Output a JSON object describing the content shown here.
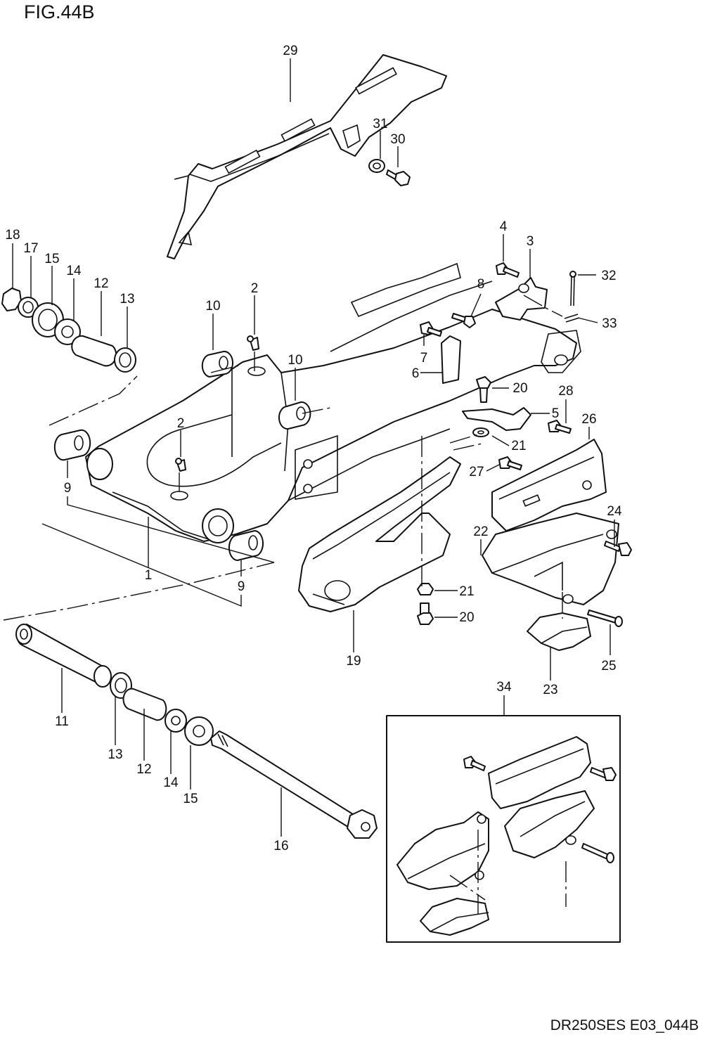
{
  "figure": {
    "title": "FIG.44B",
    "code": "DR250SES E03_044B"
  },
  "callouts": [
    {
      "id": "c29",
      "label": "29"
    },
    {
      "id": "c31",
      "label": "31"
    },
    {
      "id": "c30",
      "label": "30"
    },
    {
      "id": "c18",
      "label": "18"
    },
    {
      "id": "c17",
      "label": "17"
    },
    {
      "id": "c15a",
      "label": "15"
    },
    {
      "id": "c14a",
      "label": "14"
    },
    {
      "id": "c12a",
      "label": "12"
    },
    {
      "id": "c13a",
      "label": "13"
    },
    {
      "id": "c10a",
      "label": "10"
    },
    {
      "id": "c2a",
      "label": "2"
    },
    {
      "id": "c10b",
      "label": "10"
    },
    {
      "id": "c2b",
      "label": "2"
    },
    {
      "id": "c9a",
      "label": "9"
    },
    {
      "id": "c1",
      "label": "1"
    },
    {
      "id": "c9b",
      "label": "9"
    },
    {
      "id": "c4",
      "label": "4"
    },
    {
      "id": "c3",
      "label": "3"
    },
    {
      "id": "c32",
      "label": "32"
    },
    {
      "id": "c8",
      "label": "8"
    },
    {
      "id": "c33",
      "label": "33"
    },
    {
      "id": "c7",
      "label": "7"
    },
    {
      "id": "c6",
      "label": "6"
    },
    {
      "id": "c20a",
      "label": "20"
    },
    {
      "id": "c28",
      "label": "28"
    },
    {
      "id": "c5",
      "label": "5"
    },
    {
      "id": "c26",
      "label": "26"
    },
    {
      "id": "c21a",
      "label": "21"
    },
    {
      "id": "c27",
      "label": "27"
    },
    {
      "id": "c24",
      "label": "24"
    },
    {
      "id": "c22",
      "label": "22"
    },
    {
      "id": "c21b",
      "label": "21"
    },
    {
      "id": "c20b",
      "label": "20"
    },
    {
      "id": "c19",
      "label": "19"
    },
    {
      "id": "c25",
      "label": "25"
    },
    {
      "id": "c23",
      "label": "23"
    },
    {
      "id": "c34",
      "label": "34"
    },
    {
      "id": "c11",
      "label": "11"
    },
    {
      "id": "c13b",
      "label": "13"
    },
    {
      "id": "c12b",
      "label": "12"
    },
    {
      "id": "c14b",
      "label": "14"
    },
    {
      "id": "c15b",
      "label": "15"
    },
    {
      "id": "c16",
      "label": "16"
    }
  ]
}
